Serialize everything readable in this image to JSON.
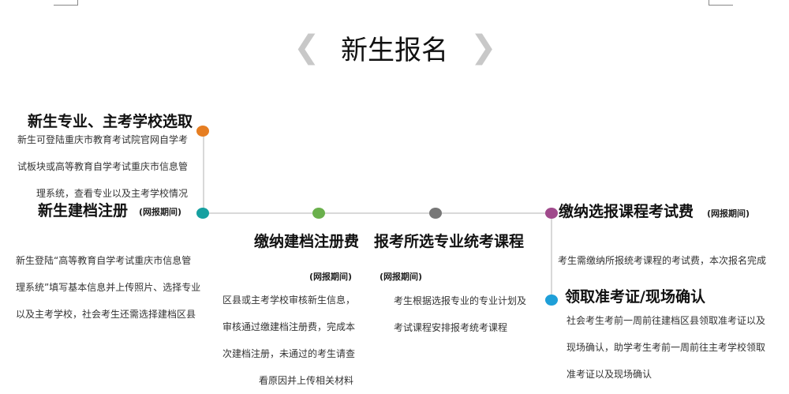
{
  "title": "新生报名",
  "nav": {
    "prev": "❮",
    "next": "❯"
  },
  "colors": {
    "orange": "#e67e22",
    "teal": "#16a0a0",
    "green": "#6ab04c",
    "gray": "#777777",
    "purple": "#a04a8c",
    "blue": "#1e9fd8",
    "line": "#d9d9d9"
  },
  "steps": {
    "s1": {
      "heading": "新生专业、主考学校选取",
      "lines": [
        "新生可登陆重庆市教育考试院官网自学考",
        "试板块或高等教育自学考试重庆市信息管",
        "理系统，查看专业以及主考学校情况"
      ]
    },
    "s2": {
      "heading": "新生建档注册",
      "tag": "(网报期间)",
      "lines": [
        "新生登陆“高等教育自学考试重庆市信息管",
        "理系统”填写基本信息并上传照片、选择专业",
        "以及主考学校，社会考生还需选择建档区县"
      ]
    },
    "s3": {
      "heading": "缴纳建档注册费",
      "tag": "(网报期间)",
      "lines": [
        "区县或主考学校审核新生信息，",
        "审核通过缴建档注册费，完成本",
        "次建档注册，未通过的考生请查",
        "看原因并上传相关材料"
      ]
    },
    "s4": {
      "heading": "报考所选专业统考课程",
      "tag": "(网报期间)",
      "lines": [
        "考生根据选报专业的专业计划及",
        "考试课程安排报考统考课程"
      ]
    },
    "s5": {
      "heading": "缴纳选报课程考试费",
      "tag": "(网报期间)",
      "lines": [
        "考生需缴纳所报统考课程的考试费，本次报名完成"
      ]
    },
    "s6": {
      "heading": "领取准考证/现场确认",
      "lines": [
        "社会考生考前一周前往建档区县领取准考证以及",
        "现场确认，助学考生考前一周前往主考学校领取",
        "准考证以及现场确认"
      ]
    }
  }
}
